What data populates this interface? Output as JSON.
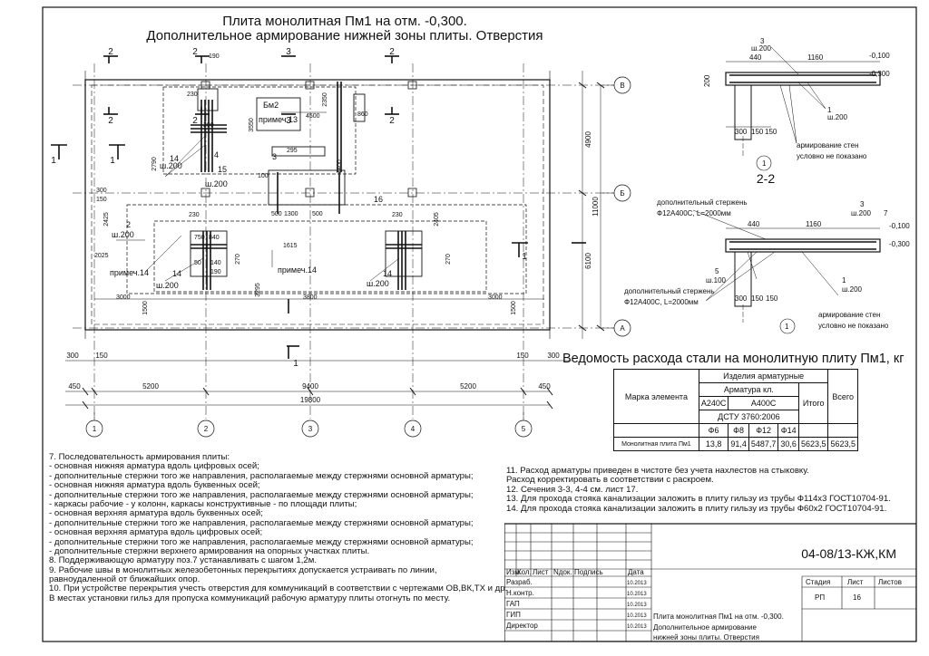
{
  "title": {
    "line1": "Плита монолитная Пм1 на отм. -0,300.",
    "line2": "Дополнительное армирование нижней зоны плиты. Отверстия"
  },
  "plan": {
    "axes_letters": [
      "В",
      "Б",
      "А"
    ],
    "axes_numbers": [
      "1",
      "2",
      "3",
      "4",
      "5"
    ],
    "dim_bottom": [
      "450",
      "5200",
      "9400",
      "5200",
      "450"
    ],
    "dim_total": "19800",
    "dim_edges": [
      "300",
      "150",
      "150",
      "300"
    ],
    "dim_right": [
      "4900",
      "11000",
      "6100"
    ],
    "labels": {
      "bm2": "Бм2",
      "primech13": "примеч.13",
      "primech14a": "примеч.14",
      "primech14b": "примеч.14",
      "sh200a": "ш.200",
      "sh200b": "ш.200",
      "sh200c": "ш.200",
      "sh200d": "ш.200",
      "sh200e": "ш.200",
      "n14a": "14",
      "n14b": "14",
      "n14c": "14",
      "n15": "15",
      "n16": "16",
      "n2": "2",
      "n3": "3",
      "n4": "4",
      "d3000a": "3000",
      "d3000b": "3000",
      "d3800": "3800",
      "d1615": "1615",
      "d2025": "2025",
      "d2425": "2425",
      "d2405": "2405",
      "d1500a": "1500",
      "d1500b": "1500",
      "d2790": "2790",
      "d3295": "3295",
      "d3550": "3550",
      "d1400": "1400",
      "d1300": "1300",
      "d500a": "500",
      "d500b": "500",
      "d4500": "4500",
      "d2350": "2350",
      "d230a": "230",
      "d230b": "230",
      "d230c": "230",
      "d750": "750",
      "d840": "840",
      "d190a": "190",
      "d190b": "190",
      "d140": "140",
      "d50": "50",
      "d270a": "270",
      "d270b": "270",
      "d295": "295",
      "d100": "100",
      "d200": "200",
      "d860": "860",
      "d300": "300",
      "d150": "150"
    },
    "section_marks": [
      "2",
      "2",
      "3",
      "2",
      "2",
      "2",
      "3",
      "2",
      "1",
      "1",
      "1",
      "1"
    ]
  },
  "section11": {
    "title": "1-1",
    "dims": [
      "440",
      "1160",
      "300",
      "150",
      "150"
    ],
    "labels": [
      "3",
      "ш.200",
      "1",
      "ш.200",
      "-0,100",
      "-0,300",
      "200"
    ],
    "note1": "армирование стен",
    "note2": "условно не показано",
    "axis": "1"
  },
  "section22": {
    "title": "2-2",
    "dims": [
      "440",
      "1160",
      "300",
      "150",
      "150"
    ],
    "bar1": "дополнительный стержень",
    "bar1spec": "Ф12А400С, L=2000мм",
    "bar2": "дополнительный стержень",
    "bar2spec": "Ф12А400С, L=2000мм",
    "labels": [
      "3",
      "ш.200",
      "7",
      "5",
      "ш.100",
      "1",
      "ш.200",
      "-0,100",
      "-0,300"
    ],
    "note1": "армирование стен",
    "note2": "условно не показано",
    "axis": "1"
  },
  "bom": {
    "title": "Ведомость расхода стали на монолитную плиту Пм1, кг",
    "h_items": "Изделия арматурные",
    "h_mark": "Марка элемента",
    "h_class": "Арматура кл.",
    "h_a240": "А240С",
    "h_a400": "А400С",
    "h_dstu": "ДСТУ 3760:2006",
    "h_total": "Итого",
    "h_all": "Всего",
    "cols": [
      "Ф6",
      "Ф8",
      "Ф12",
      "Ф14"
    ],
    "row": {
      "name": "Монолитная плита Пм1",
      "f6": "13,8",
      "f8": "91,4",
      "f12": "5487,7",
      "f14": "30,6",
      "blank": "",
      "total": "5623,5",
      "all": "5623,5"
    }
  },
  "notes_left": [
    "7. Последовательность армирования плиты:",
    "  - основная нижняя арматура вдоль цифровых осей;",
    "  - дополнительные стержни того же направления, располагаемые между стержнями основной арматуры;",
    "  - основная нижняя арматура вдоль буквенных осей;",
    "  - дополнительные стержни того же направления, располагаемые между стержнями основной арматуры;",
    "  - каркасы рабочие - у колонн, каркасы конструктивные - по площади плиты;",
    "  - основная верхняя арматура вдоль буквенных осей;",
    "  - дополнительные стержни того же направления, располагаемые между стержнями основной арматуры;",
    "  - основная верхняя арматура вдоль цифровых осей;",
    "  - дополнительные стержни того же направления, располагаемые между стержнями основной арматуры;",
    "  - дополнительные стержни верхнего армирования на опорных участках плиты.",
    "8. Поддерживающую арматуру поз.7 устанавливать с шагом 1,2м.",
    "9. Рабочие швы в монолитных железобетонных перекрытиях допускается устраивать по линии,",
    "   равноудаленной от ближайших опор.",
    "10. При устройстве перекрытия учесть отверстия для коммуникаций в соответствии с чертежами ОВ,ВК,ТХ и др.",
    "   В местах установки гильз для пропуска коммуникаций рабочую арматуру плиты отогнуть по месту."
  ],
  "notes_right": [
    "11. Расход арматуры приведен в чистоте без учета нахлестов на стыковку.",
    "   Расход корректировать в соответствии с раскроем.",
    "12. Сечения 3-3, 4-4 см. лист 17.",
    "13. Для прохода стояка канализации заложить в плиту гильзу из трубы Ф114х3 ГОСТ10704-91.",
    "14. Для прохода стояка канализации заложить в плиту гильзу из трубы Ф60х2 ГОСТ10704-91."
  ],
  "stamp": {
    "code": "04-08/13-КЖ,КМ",
    "h_izm": "Изм.",
    "h_kol": "Кол.",
    "h_list": "Лист",
    "h_ndok": "Nдок.",
    "h_podp": "Подпись",
    "h_data": "Дата",
    "roles": [
      "Разраб.",
      "Н.контр.",
      "ГАП",
      "ГИП",
      "Директор"
    ],
    "dates": [
      "10.2013",
      "10.2013",
      "10.2013",
      "10.2013",
      "10.2013"
    ],
    "h_stadia": "Стадия",
    "h_list2": "Лист",
    "h_listov": "Листов",
    "stadia": "РП",
    "list": "16",
    "listov": "",
    "sheet_title1": "Плита монолитная Пм1 на отм. -0,300.",
    "sheet_title2": "Дополнительное армирование",
    "sheet_title3": "нижней зоны плиты. Отверстия"
  }
}
